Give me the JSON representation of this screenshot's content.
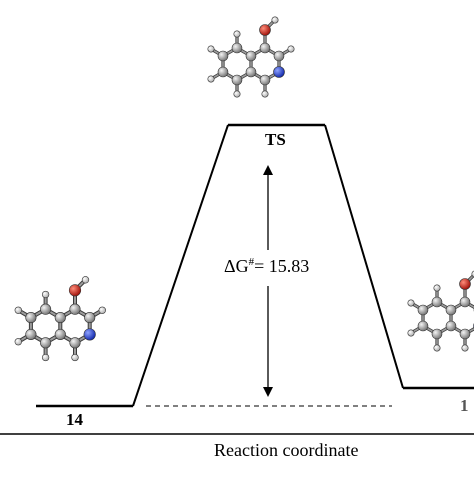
{
  "diagram": {
    "levels": {
      "reactant_label": "14",
      "ts_label": "TS",
      "product_label": "1"
    },
    "barrier": {
      "prefix": "ΔG",
      "superscript": "#",
      "value_text": "= 15.83"
    },
    "axis_label": "Reaction coordinate",
    "colors": {
      "carbon": "#9a9a9a",
      "nitrogen": "#1f3fd1",
      "oxygen": "#d01a10",
      "hydrogen": "#e2e2e2",
      "bond": "#444444",
      "line": "#000000"
    }
  }
}
